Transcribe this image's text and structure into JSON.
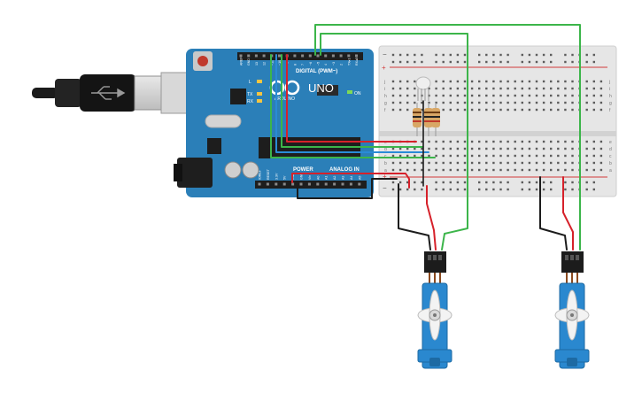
{
  "arduino": {
    "brand": "UNO",
    "logo_text": "ARDUINO",
    "digital_label": "DIGITAL (PWM~)",
    "power_label": "POWER",
    "analog_label": "ANALOG IN",
    "on_label": "ON",
    "led_labels": [
      "L",
      "TX",
      "RX"
    ],
    "top_pins": [
      "AREF",
      "GND",
      "13",
      "12",
      "~11",
      "~10",
      "~9",
      "8",
      "7",
      "~6",
      "~5",
      "4",
      "~3",
      "2",
      "TX▸1",
      "RX◂0"
    ],
    "bottom_pins": [
      "IOREF",
      "RESET",
      "3.3V",
      "5V",
      "GND",
      "GND",
      "Vin",
      "A0",
      "A1",
      "A2",
      "A3",
      "A4",
      "A5"
    ]
  },
  "breadboard": {
    "row_letters_top": [
      "j",
      "i",
      "h",
      "g",
      "f"
    ],
    "row_letters_bottom": [
      "e",
      "d",
      "c",
      "b",
      "a"
    ],
    "columns": 30,
    "plus": "+",
    "minus": "−"
  },
  "colors": {
    "arduino_blue": "#2b7fb8",
    "breadboard": "#e6e6e6",
    "rail_red": "#d23b3b",
    "wire_green": "#3cb54a",
    "wire_red": "#d6212a",
    "wire_black": "#1c1c1c",
    "wire_blue": "#2a8bd6",
    "servo_blue": "#2a88cf"
  }
}
